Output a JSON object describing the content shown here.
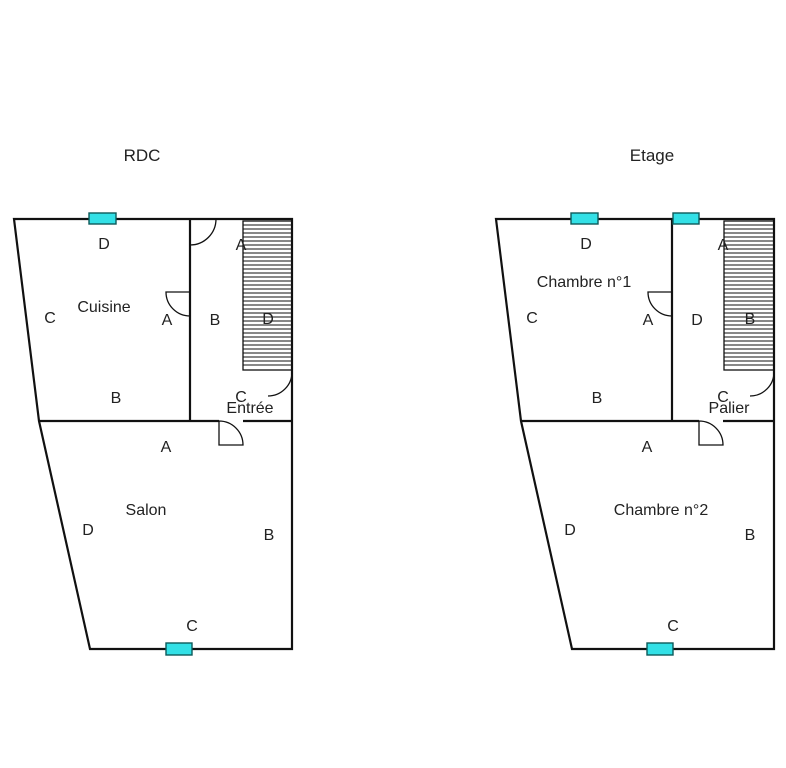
{
  "colors": {
    "window": "#33e0e6",
    "wall": "#111111"
  },
  "plans": [
    {
      "title": "RDC",
      "rooms": [
        {
          "name": "Cuisine"
        },
        {
          "name": "Entrée"
        },
        {
          "name": "Salon"
        }
      ],
      "marks": {
        "kitchen_top": "D",
        "kitchen_left": "C",
        "kitchen_door": "A",
        "kitchen_bottom": "B",
        "hall_left": "B",
        "hall_top": "A",
        "stair_right": "D",
        "stair_bottom": "C",
        "living_top": "A",
        "living_left": "D",
        "living_right": "B",
        "living_bottom": "C"
      }
    },
    {
      "title": "Etage",
      "rooms": [
        {
          "name": "Chambre n°1"
        },
        {
          "name": "Palier"
        },
        {
          "name": "Chambre n°2"
        }
      ],
      "marks": {
        "kitchen_top": "D",
        "kitchen_left": "C",
        "kitchen_door": "A",
        "kitchen_bottom": "B",
        "hall_left": "D",
        "hall_top": "A",
        "stair_right": "B",
        "stair_bottom": "C",
        "living_top": "A",
        "living_left": "D",
        "living_right": "B",
        "living_bottom": "C"
      }
    }
  ]
}
